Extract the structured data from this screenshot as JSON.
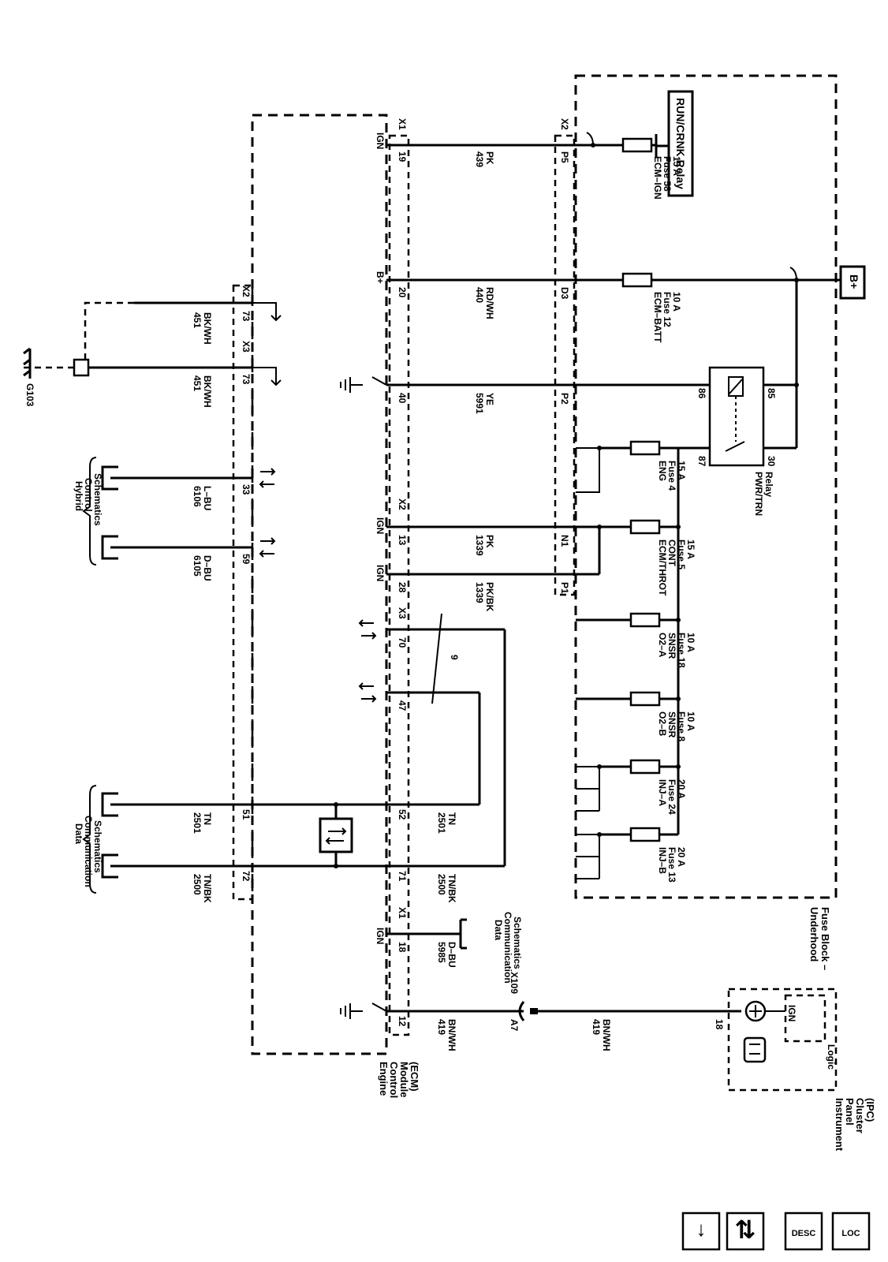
{
  "relay_runcrnk": "RUN/CRNK Relay",
  "bplus_box": "B+",
  "fuse_block_label": [
    "Fuse Block –",
    "Underhood"
  ],
  "ecm_label": [
    "Engine",
    "Control",
    "Module",
    "(ECM)"
  ],
  "ipc_label": [
    "Instrument",
    "Panel",
    "Cluster",
    "(IPC)"
  ],
  "ipc_logic": "Logic",
  "ipc_ign": "IGN",
  "ipc_pin": "18",
  "ground_label": "G103",
  "hybrid_label": [
    "Hybrid",
    "Control",
    "Schematics"
  ],
  "datacomm_left": [
    "Data",
    "Communication",
    "Schematics"
  ],
  "datacomm_mid": [
    "Data",
    "Communication",
    "Schematics"
  ],
  "twisted_label": "9",
  "pwr_relay": {
    "name": [
      "PWR/TRN",
      "Relay"
    ],
    "p86": "86",
    "p85": "85",
    "p87": "87",
    "p30": "30"
  },
  "fuses": [
    {
      "name": "ECM–IGN",
      "fuse": "Fuse 58",
      "amp": "15 A"
    },
    {
      "name": "ECM–BATT",
      "fuse": "Fuse 12",
      "amp": "10 A"
    },
    {
      "name": "ENG",
      "fuse": "Fuse 4",
      "amp": "15 A"
    },
    {
      "name": "ECM/THROT",
      "name2": "CONT",
      "fuse": "Fuse 5",
      "amp": "15 A"
    },
    {
      "name": "O2–A",
      "name2": "SNSR",
      "fuse": "Fuse 18",
      "amp": "10 A"
    },
    {
      "name": "O2–B",
      "name2": "SNSR",
      "fuse": "Fuse 8",
      "amp": "10 A"
    },
    {
      "name": "INJ–A",
      "fuse": "Fuse 24",
      "amp": "20 A"
    },
    {
      "name": "INJ–B",
      "fuse": "Fuse 13",
      "amp": "20 A"
    }
  ],
  "fb_connectors": {
    "x2": "X2",
    "p5": "P5",
    "d3": "D3",
    "p2": "P2",
    "n1": "N1",
    "p1": "P1"
  },
  "wires": [
    {
      "circuit": "439",
      "color": "PK"
    },
    {
      "circuit": "440",
      "color": "RD/WH"
    },
    {
      "circuit": "5991",
      "color": "YE"
    },
    {
      "circuit": "1339",
      "color": "PK"
    },
    {
      "circuit": "1339",
      "color": "PK/BK"
    },
    {
      "circuit": "2501",
      "color": "TN"
    },
    {
      "circuit": "2500",
      "color": "TN/BK"
    },
    {
      "circuit": "5985",
      "color": "D–BU"
    },
    {
      "circuit": "419",
      "color": "BN/WH"
    },
    {
      "circuit": "419",
      "color": "BN/WH"
    },
    {
      "circuit": "451",
      "color": "BK/WH"
    },
    {
      "circuit": "451",
      "color": "BK/WH"
    },
    {
      "circuit": "6106",
      "color": "L–BU"
    },
    {
      "circuit": "6105",
      "color": "D–BU"
    },
    {
      "circuit": "2501",
      "color": "TN"
    },
    {
      "circuit": "2500",
      "color": "TN/BK"
    }
  ],
  "ecm_pins": {
    "x1a": "X1",
    "ign19": "IGN",
    "p19": "19",
    "bplus": "B+",
    "p20": "20",
    "p40": "40",
    "x2": "X2",
    "ign13": "IGN",
    "p13": "13",
    "ign28": "IGN",
    "p28": "28",
    "x3": "X3",
    "p70": "70",
    "p47": "47",
    "p52": "52",
    "p71": "71",
    "x1b": "X1",
    "ign18": "IGN",
    "p18": "18",
    "p12": "12"
  },
  "ecm_left_pins": {
    "x2": "X2",
    "p73a": "73",
    "x3": "X3",
    "p73b": "73",
    "p33": "33",
    "p59": "59",
    "p51": "51",
    "p72": "72"
  },
  "inline": {
    "x109": "X109",
    "a7": "A7"
  },
  "nav_buttons": [
    {
      "label": "↓",
      "icon": "arrow-down-icon"
    },
    {
      "label": "⇅",
      "icon": "connector-view-icon"
    },
    {
      "label": "DESC",
      "icon": "description-icon"
    },
    {
      "label": "LOC",
      "icon": "location-icon"
    }
  ]
}
